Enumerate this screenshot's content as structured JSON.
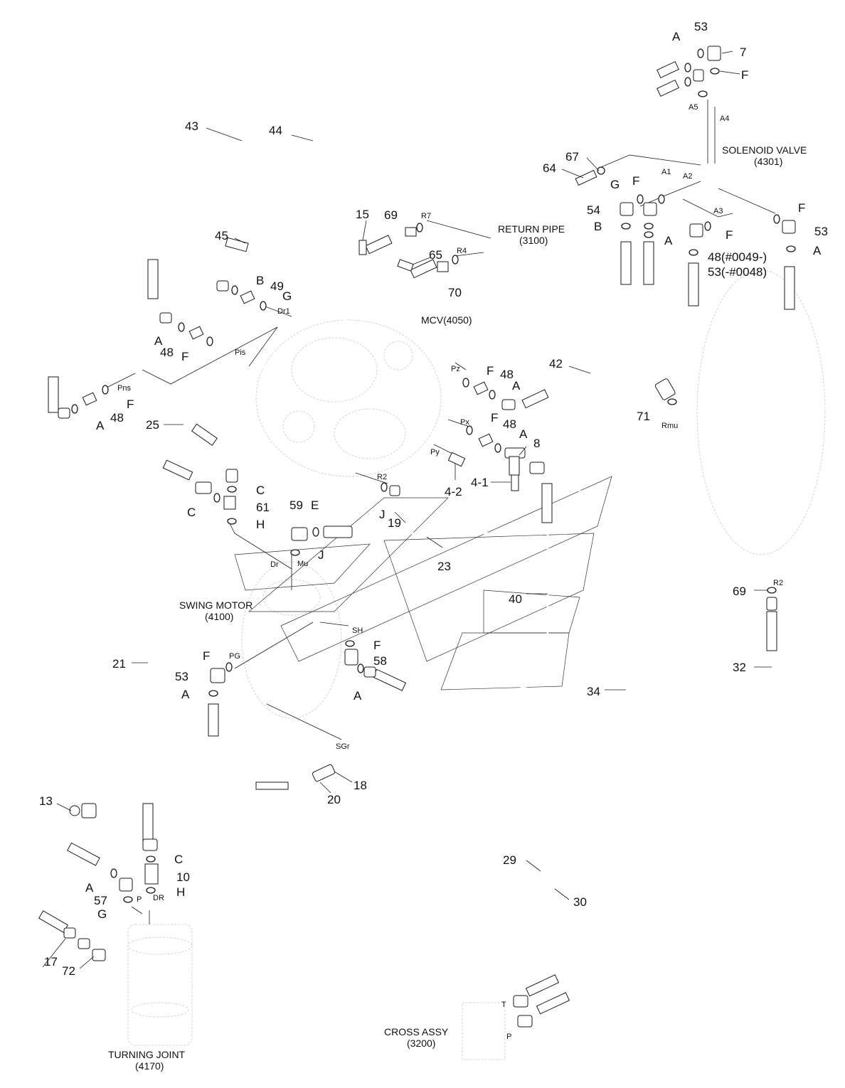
{
  "components": {
    "solenoid_valve": {
      "name": "SOLENOID VALVE",
      "code": "(4301)"
    },
    "return_pipe": {
      "name": "RETURN PIPE",
      "code": "(3100)"
    },
    "mcv": {
      "name": "MCV(4050)"
    },
    "swing_motor": {
      "name": "SWING MOTOR",
      "code": "(4100)"
    },
    "turning_joint": {
      "name": "TURNING JOINT",
      "code": "(4170)"
    },
    "cross_assy": {
      "name": "CROSS ASSY",
      "code": "(3200)"
    }
  },
  "callouts": [
    "A",
    "53",
    "7",
    "F",
    "A5",
    "A4",
    "43",
    "44",
    "67",
    "64",
    "G",
    "F",
    "A1",
    "A2",
    "54",
    "B",
    "A3",
    "F",
    "F",
    "53",
    "A",
    "48(#0049-)",
    "53(-#0048)",
    "A",
    "15",
    "69",
    "R7",
    "45",
    "65",
    "R4",
    "70",
    "B",
    "49",
    "G",
    "Dr1",
    "A",
    "48",
    "F",
    "Pis",
    "Pns",
    "F",
    "48",
    "A",
    "25",
    "Pz",
    "F",
    "48",
    "A",
    "42",
    "71",
    "Rmu",
    "Px",
    "F",
    "48",
    "A",
    "8",
    "Py",
    "4-2",
    "4-1",
    "C",
    "C",
    "61",
    "H",
    "R2",
    "J",
    "19",
    "59",
    "E",
    "J",
    "Mu",
    "Dr",
    "23",
    "40",
    "SH",
    "F",
    "58",
    "A",
    "F",
    "PG",
    "53",
    "A",
    "21",
    "SGr",
    "18",
    "20",
    "13",
    "C",
    "10",
    "H",
    "DR",
    "A",
    "57",
    "G",
    "P",
    "17",
    "72",
    "29",
    "30",
    "34",
    "32",
    "69",
    "R2",
    "T",
    "P"
  ]
}
